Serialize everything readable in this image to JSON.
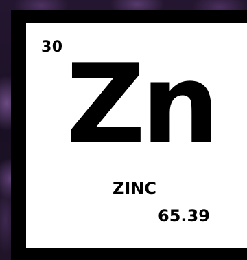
{
  "element": {
    "atomic_number": "30",
    "symbol": "Zn",
    "name": "ZINC",
    "atomic_mass": "65.39"
  },
  "colors": {
    "tile_background": "#ffffff",
    "tile_border": "#000000",
    "text": "#000000",
    "backdrop": "#1a1020"
  }
}
